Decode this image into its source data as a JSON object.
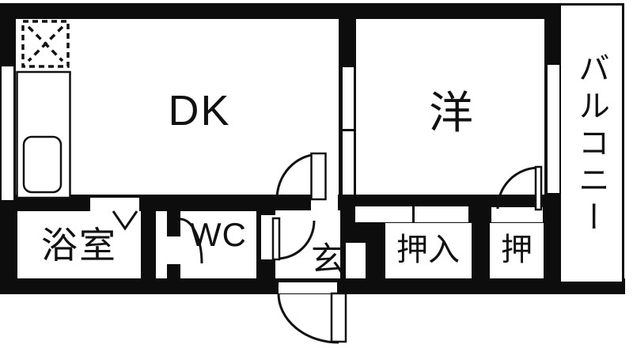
{
  "diagram_type": "japanese-apartment-floor-plan",
  "rooms": {
    "dk": {
      "label": "DK"
    },
    "western_room": {
      "label": "洋"
    },
    "balcony": {
      "label": "バルコニー"
    },
    "bathroom": {
      "label": "浴室"
    },
    "toilet": {
      "label": "WC"
    },
    "entrance": {
      "label": "玄"
    },
    "closet_large": {
      "label": "押入"
    },
    "closet_small": {
      "label": "押"
    }
  },
  "symbols": {
    "refrigerator_space": "dashed-square-with-x",
    "kitchen_sink": "rounded-rectangle-in-counter",
    "bathroom_door": "v-mark",
    "swing_doors": "quarter-circle-arc"
  },
  "colors": {
    "wall": "#0d0d0d",
    "floor": "#ffffff",
    "line": "#111111"
  }
}
